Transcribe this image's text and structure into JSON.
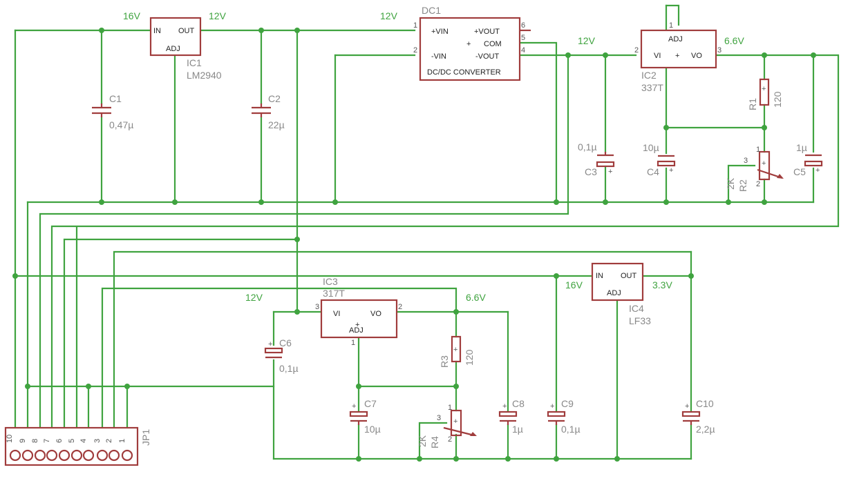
{
  "ic1": {
    "name": "IC1",
    "value": "LM2940",
    "pin_in": "IN",
    "pin_out": "OUT",
    "pin_adj": "ADJ"
  },
  "ic2": {
    "name": "IC2",
    "value": "337T",
    "pin_vi": "VI",
    "pin_vo": "VO",
    "pin_adj": "ADJ",
    "p1": "1",
    "p2": "2",
    "p3": "3"
  },
  "ic3": {
    "name": "IC3",
    "value": "317T",
    "pin_vi": "VI",
    "pin_vo": "VO",
    "pin_adj": "ADJ",
    "p1": "1",
    "p2": "2",
    "p3": "3"
  },
  "ic4": {
    "name": "IC4",
    "value": "LF33",
    "pin_in": "IN",
    "pin_out": "OUT",
    "pin_adj": "ADJ"
  },
  "dc1": {
    "name": "DC1",
    "label": "DC/DC CONVERTER",
    "vin_p": "+VIN",
    "vin_n": "-VIN",
    "vout_p": "+VOUT",
    "vout_n": "-VOUT",
    "com": "COM",
    "p1": "1",
    "p2": "2",
    "p4": "4",
    "p5": "5",
    "p6": "6"
  },
  "caps": {
    "c1": {
      "name": "C1",
      "value": "0,47µ"
    },
    "c2": {
      "name": "C2",
      "value": "22µ"
    },
    "c3": {
      "name": "C3",
      "value": "0,1µ"
    },
    "c4": {
      "name": "C4",
      "value": "10µ"
    },
    "c5": {
      "name": "C5",
      "value": "1µ"
    },
    "c6": {
      "name": "C6",
      "value": "0,1µ"
    },
    "c7": {
      "name": "C7",
      "value": "10µ"
    },
    "c8": {
      "name": "C8",
      "value": "1µ"
    },
    "c9": {
      "name": "C9",
      "value": "0,1µ"
    },
    "c10": {
      "name": "C10",
      "value": "2,2µ"
    }
  },
  "resistors": {
    "r1": {
      "name": "R1",
      "value": "120"
    },
    "r2": {
      "name": "R2",
      "value": "2K",
      "p1": "1",
      "p2": "2",
      "p3": "3"
    },
    "r3": {
      "name": "R3",
      "value": "120"
    },
    "r4": {
      "name": "R4",
      "value": "2K",
      "p1": "1",
      "p2": "2",
      "p3": "3"
    }
  },
  "nets": {
    "v16_a": "16V",
    "v12_a": "12V",
    "v12_b": "12V",
    "v12_c": "12V",
    "v66_a": "6.6V",
    "v12_d": "12V",
    "v66_b": "6.6V",
    "v16_b": "16V",
    "v33": "3.3V"
  },
  "jp1": {
    "name": "JP1",
    "pins": [
      "10",
      "9",
      "8",
      "7",
      "6",
      "5",
      "4",
      "3",
      "2",
      "1"
    ]
  },
  "plus": "+"
}
